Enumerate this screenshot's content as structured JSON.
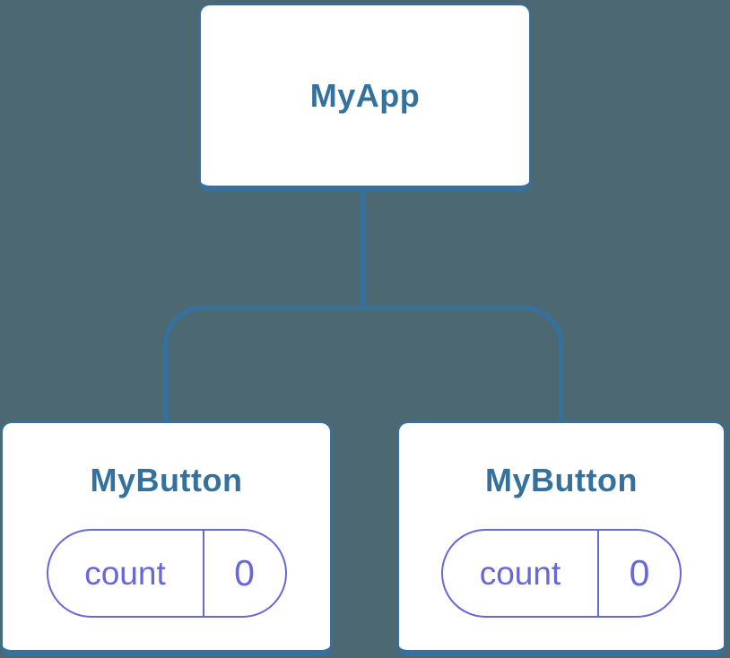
{
  "diagram": {
    "description": "component-tree",
    "colors": {
      "background": "#4C6872",
      "node_background": "#FFFFFF",
      "node_border_blue": "#35719F",
      "node_label_blue": "#35719E",
      "state_purple": "#6767DD"
    },
    "tree": {
      "root": {
        "label": "MyApp"
      },
      "children": [
        {
          "label": "MyButton",
          "state": {
            "key": "count",
            "value": "0"
          }
        },
        {
          "label": "MyButton",
          "state": {
            "key": "count",
            "value": "0"
          }
        }
      ]
    }
  }
}
